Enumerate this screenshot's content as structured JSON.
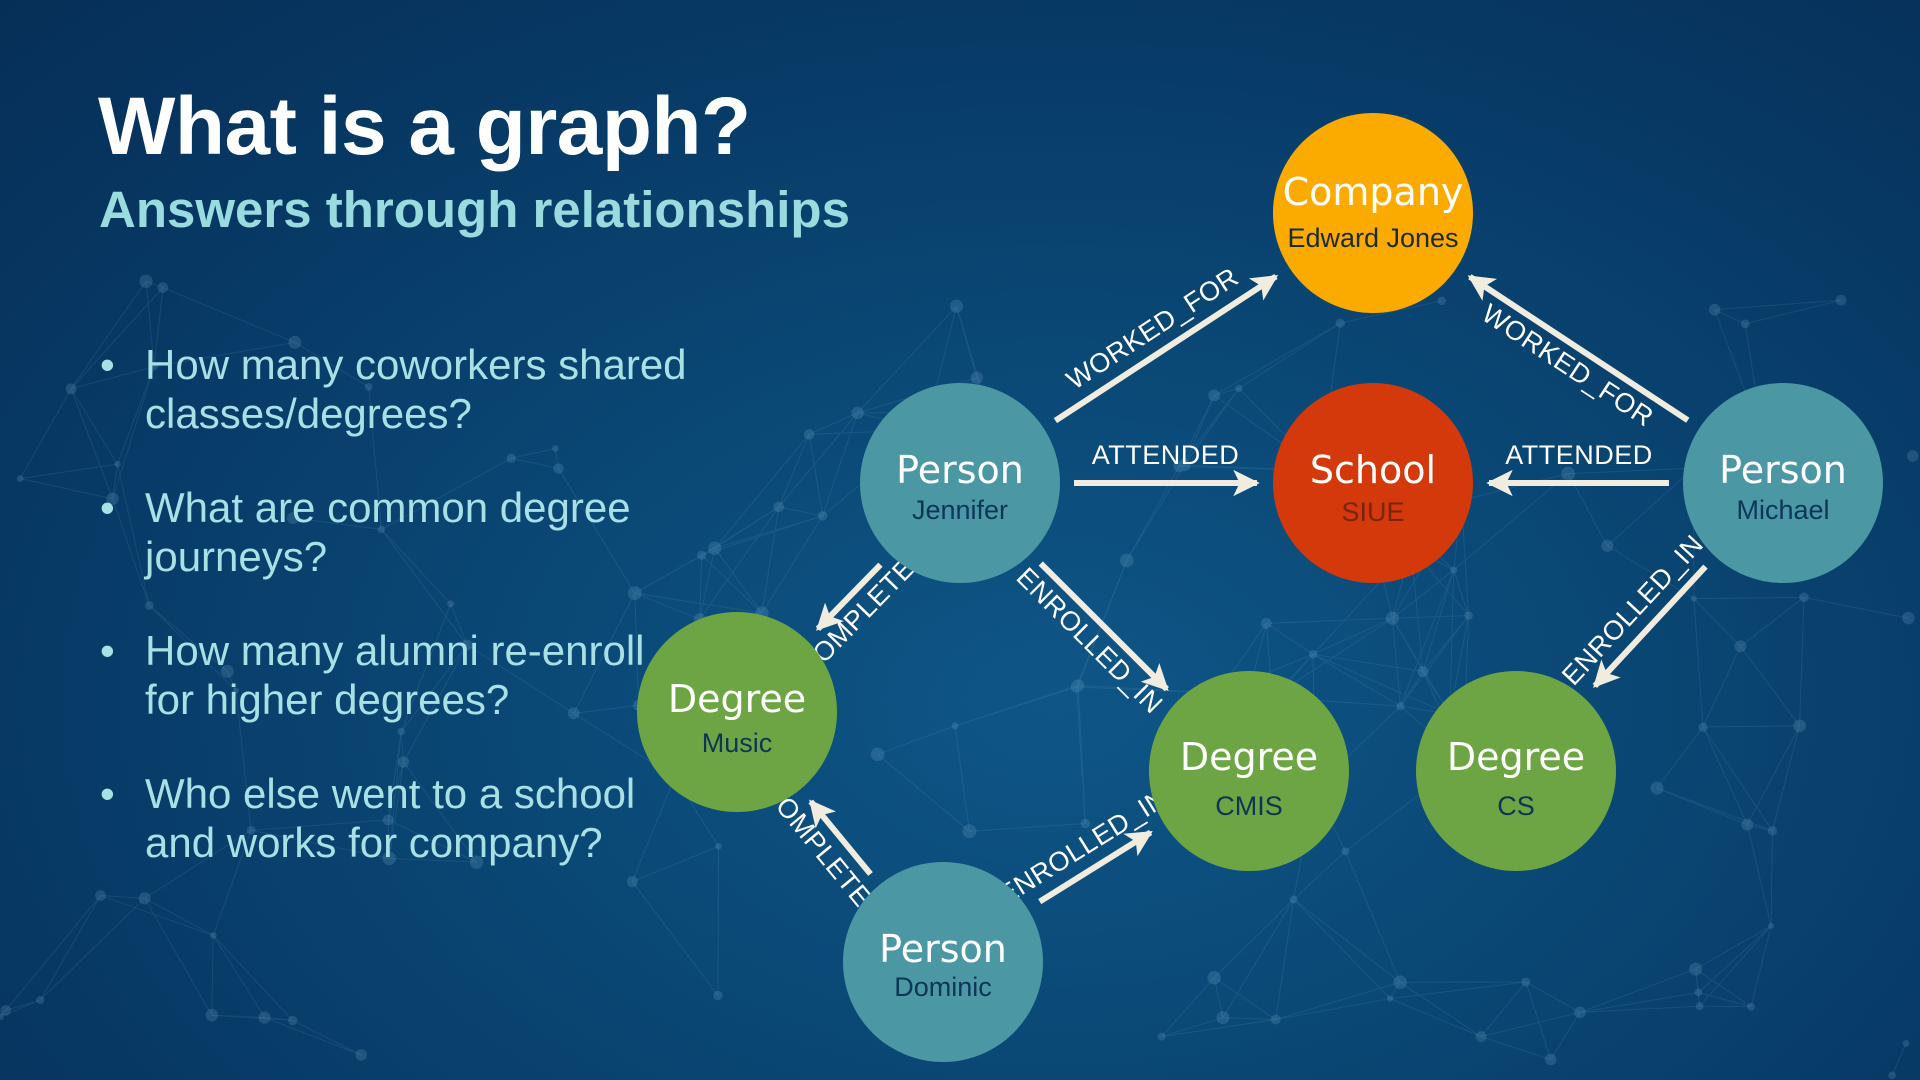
{
  "title": "What is a graph?",
  "subtitle": "Answers through relationships",
  "questions": [
    "How many coworkers shared classes/degrees?",
    "What are common degree journeys?",
    "How many alumni re-enroll for higher degrees?",
    "Who else went to a school and works for company?"
  ],
  "colors": {
    "background": "#073763",
    "title": "#ffffff",
    "subtitle": "#9adbe0",
    "bullet_text": "#a8e0e6",
    "person": "#4b98a4",
    "company": "#fbaa00",
    "school": "#d3390b",
    "degree": "#6ea544",
    "edge": "#f1ece0"
  },
  "diagram": {
    "nodes": [
      {
        "id": "company",
        "type": "Company",
        "name": "Edward Jones",
        "kind": "company"
      },
      {
        "id": "school",
        "type": "School",
        "name": "SIUE",
        "kind": "school"
      },
      {
        "id": "jennifer",
        "type": "Person",
        "name": "Jennifer",
        "kind": "person"
      },
      {
        "id": "michael",
        "type": "Person",
        "name": "Michael",
        "kind": "person"
      },
      {
        "id": "music",
        "type": "Degree",
        "name": "Music",
        "kind": "degree"
      },
      {
        "id": "cmis",
        "type": "Degree",
        "name": "CMIS",
        "kind": "degree"
      },
      {
        "id": "cs",
        "type": "Degree",
        "name": "CS",
        "kind": "degree"
      },
      {
        "id": "dominic",
        "type": "Person",
        "name": "Dominic",
        "kind": "person"
      }
    ],
    "edges": [
      {
        "from": "jennifer",
        "to": "company",
        "label": "WORKED_FOR"
      },
      {
        "from": "michael",
        "to": "company",
        "label": "WORKED_FOR"
      },
      {
        "from": "jennifer",
        "to": "school",
        "label": "ATTENDED"
      },
      {
        "from": "michael",
        "to": "school",
        "label": "ATTENDED"
      },
      {
        "from": "jennifer",
        "to": "music",
        "label": "COMPLETED"
      },
      {
        "from": "jennifer",
        "to": "cmis",
        "label": "ENROLLED_IN"
      },
      {
        "from": "michael",
        "to": "cs",
        "label": "ENROLLED_IN"
      },
      {
        "from": "dominic",
        "to": "music",
        "label": "COMPLETED"
      },
      {
        "from": "dominic",
        "to": "cmis",
        "label": "ENROLLED_IN"
      }
    ]
  }
}
